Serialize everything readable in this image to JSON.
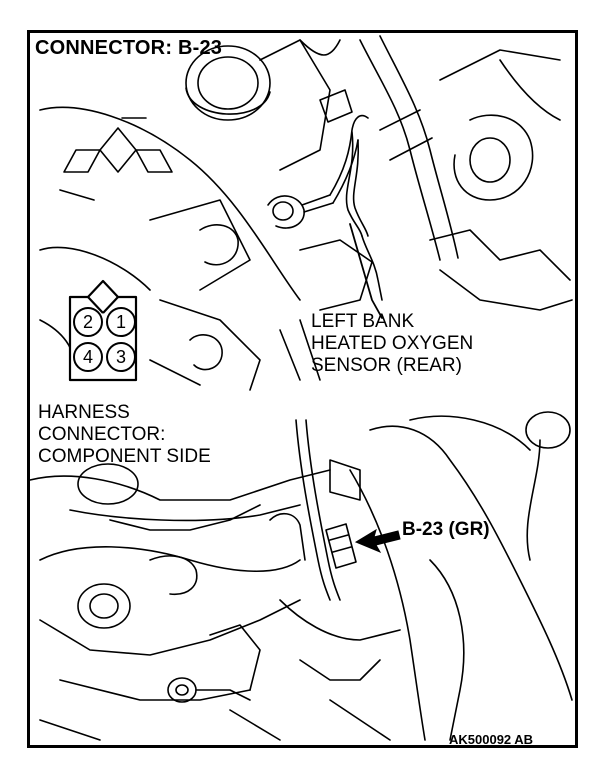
{
  "diagram": {
    "title": "CONNECTOR: B-23",
    "sensor_label_lines": [
      "LEFT BANK",
      "HEATED OXYGEN",
      "SENSOR (REAR)"
    ],
    "harness_label_lines": [
      "HARNESS",
      "CONNECTOR:",
      "COMPONENT SIDE"
    ],
    "connector_callout": "B-23 (GR)",
    "connector_pins": [
      "2",
      "1",
      "4",
      "3"
    ],
    "figure_code": "AK500092 AB"
  },
  "colors": {
    "line": "#000000",
    "background": "#ffffff"
  },
  "icons": [
    "connector-face-icon",
    "mitsubishi-logo-icon",
    "arrow-icon"
  ]
}
